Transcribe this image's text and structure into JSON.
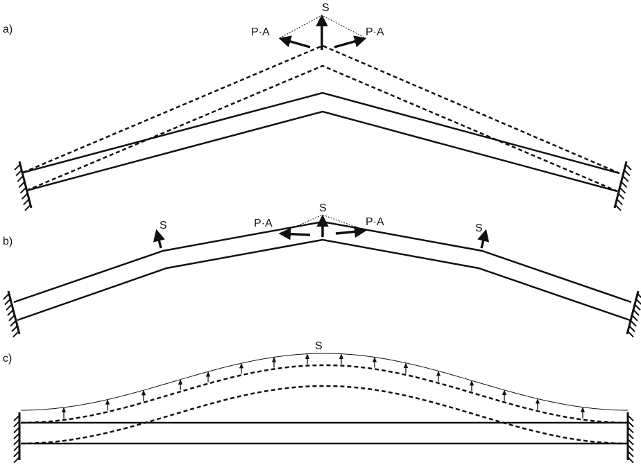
{
  "panels": {
    "a": {
      "label": "a)",
      "force_s": "S",
      "force_pa_left": "P·A",
      "force_pa_right": "P·A"
    },
    "b": {
      "label": "b)",
      "force_s": "S",
      "force_pa_left": "P·A",
      "force_pa_right": "P·A",
      "force_s_left": "S",
      "force_s_right": "S"
    },
    "c": {
      "label": "c)",
      "force_s": "S"
    }
  },
  "colors": {
    "ink": "#111111"
  }
}
